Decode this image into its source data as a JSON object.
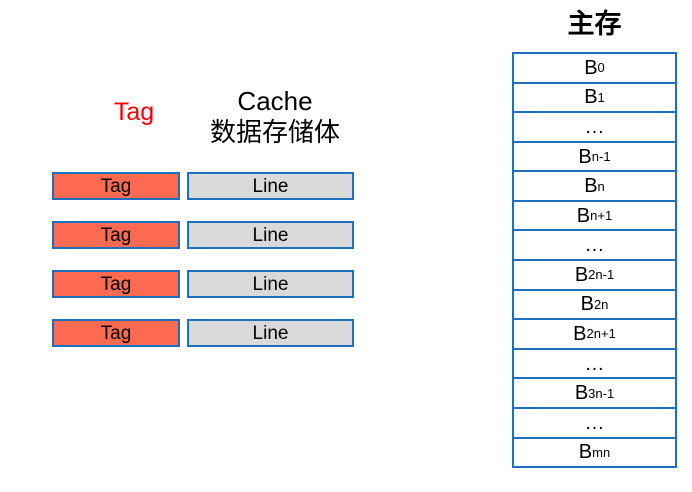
{
  "cache": {
    "tag_header": "Tag",
    "header_line1": "Cache",
    "header_line2": "数据存储体",
    "rows": [
      {
        "tag": "Tag",
        "line": "Line"
      },
      {
        "tag": "Tag",
        "line": "Line"
      },
      {
        "tag": "Tag",
        "line": "Line"
      },
      {
        "tag": "Tag",
        "line": "Line"
      }
    ]
  },
  "memory": {
    "title": "主存",
    "rows": [
      {
        "base": "B",
        "sub": "0"
      },
      {
        "base": "B",
        "sub": "1"
      },
      {
        "base": "…",
        "sub": ""
      },
      {
        "base": "B",
        "sub": "n-1"
      },
      {
        "base": "B",
        "sub": "n"
      },
      {
        "base": "B",
        "sub": "n+1"
      },
      {
        "base": "…",
        "sub": ""
      },
      {
        "base": "B",
        "sub": "2n-1"
      },
      {
        "base": "B",
        "sub": "2n"
      },
      {
        "base": "B",
        "sub": "2n+1"
      },
      {
        "base": "…",
        "sub": ""
      },
      {
        "base": "B",
        "sub": "3n-1"
      },
      {
        "base": "…",
        "sub": ""
      },
      {
        "base": "B",
        "sub": "mn"
      }
    ]
  },
  "colors": {
    "accent_blue": "#1E6FBE",
    "tag_fill": "#FB6A51",
    "line_fill": "#D9D9D9",
    "tag_header_red": "#FF0000",
    "text_black": "#000000",
    "background": "#FFFFFF"
  }
}
